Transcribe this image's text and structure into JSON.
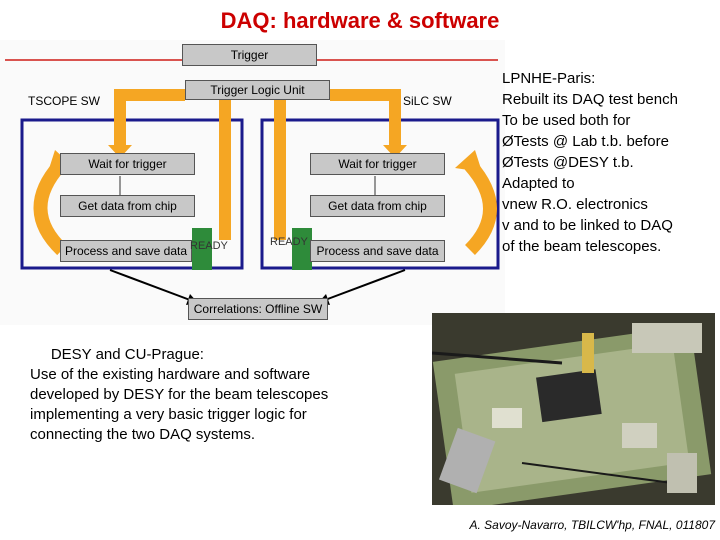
{
  "slide": {
    "title": "DAQ: hardware & software"
  },
  "diagram": {
    "trigger": "Trigger",
    "trigger_logic_unit": "Trigger Logic Unit",
    "left_panel_label": "TSCOPE SW",
    "right_panel_label": "SiLC SW",
    "left": {
      "wait": "Wait for trigger",
      "get": "Get data from chip",
      "process": "Process and save data",
      "ready": "READY"
    },
    "right": {
      "wait": "Wait for trigger",
      "get": "Get data from chip",
      "process": "Process and save data",
      "ready": "READY"
    },
    "correlations": "Correlations: Offline SW"
  },
  "lpnhe": {
    "lines": [
      "    LPNHE-Paris:",
      "Rebuilt its DAQ test bench",
      "To be used both for",
      "ØTests @ Lab t.b. before",
      "ØTests @DESY t.b.",
      "Adapted to",
      "vnew R.O. electronics",
      "v and to be linked to DAQ",
      "of the beam telescopes."
    ]
  },
  "desy": {
    "lines": [
      "     DESY and CU-Prague:",
      "Use of the existing hardware and software",
      "developed by DESY for the beam telescopes",
      "implementing a very basic trigger logic for",
      "connecting the two DAQ systems."
    ]
  },
  "photo": {
    "description_icon": "electronics-board-photo"
  },
  "citation": "A. Savoy-Navarro, TBILCW'hp, FNAL, 011807",
  "colors": {
    "title": "#cc0000",
    "arrow": "#f5a623",
    "frame": "#1a1a8c",
    "ready_box": "#2e8b3a",
    "box_fill": "#c8c8c8"
  }
}
